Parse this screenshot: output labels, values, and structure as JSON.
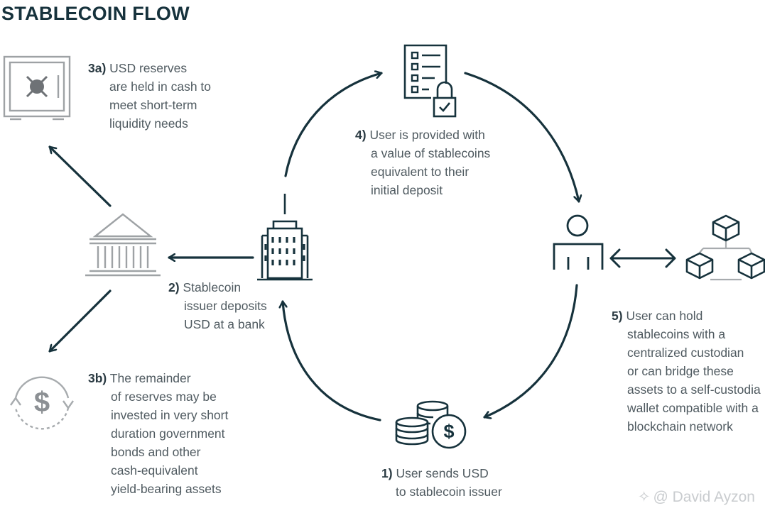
{
  "title": "STABLECOIN FLOW",
  "colors": {
    "dark": "#16323c",
    "gray": "#8c9094",
    "light_gray": "#a7abae"
  },
  "steps": {
    "s1": {
      "num": "1)",
      "lines": [
        "User sends USD",
        "to stablecoin issuer"
      ]
    },
    "s2": {
      "num": "2)",
      "lines": [
        "Stablecoin",
        "issuer deposits",
        "USD at a bank"
      ]
    },
    "s3a": {
      "num": "3a)",
      "lines": [
        "USD reserves",
        "are held in cash to",
        "meet short-term",
        "liquidity needs"
      ]
    },
    "s3b": {
      "num": "3b)",
      "lines": [
        "The remainder",
        "of reserves may be",
        "invested in very short",
        "duration government",
        "bonds and other",
        "cash-equivalent",
        "yield-bearing assets"
      ]
    },
    "s4": {
      "num": "4)",
      "lines": [
        "User is provided with",
        "a value of stablecoins",
        "equivalent to their",
        "initial deposit"
      ]
    },
    "s5": {
      "num": "5)",
      "lines": [
        "User can hold",
        "stablecoins with a",
        "centralized custodian",
        "or can bridge these",
        "assets to a self-custodia",
        "wallet compatible with a",
        "blockchain network"
      ]
    }
  },
  "icons": {
    "vault": "vault-icon",
    "bank": "bank-icon",
    "dollar_cycle": "dollar-cycle-icon",
    "issuer": "office-building-icon",
    "document": "locked-document-icon",
    "user": "user-icon",
    "blockchain": "blockchain-cubes-icon",
    "coins": "coins-dollar-icon"
  },
  "watermark": {
    "text": "@ David Ayzon"
  }
}
